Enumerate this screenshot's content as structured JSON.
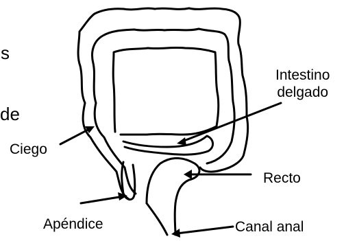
{
  "labels": {
    "fragment_top": "s",
    "fragment_mid": "de",
    "ciego": "Ciego",
    "apendice": "Apéndice",
    "intestino_line1": "Intestino",
    "intestino_line2": "delgado",
    "recto": "Recto",
    "canal_anal": "Canal anal"
  },
  "colors": {
    "ink": "#000000",
    "background": "#ffffff"
  }
}
